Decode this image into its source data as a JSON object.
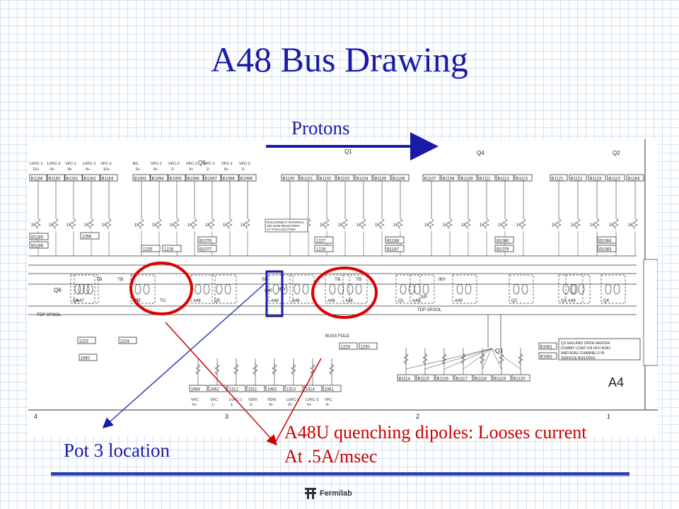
{
  "slide": {
    "title": "A48 Bus Drawing",
    "protons_label": "Protons",
    "pot_label": "Pot 3 location",
    "quench_line1": "A48U quenching dipoles: Looses current",
    "quench_line2": "At .5A/msec",
    "footer_logo_text": "Fermilab"
  },
  "drawing": {
    "section_labels": [
      "Q5",
      "Q1",
      "Q4",
      "Q2",
      "Q6",
      "Q3",
      "A4"
    ],
    "magnet_labels": [
      "A47",
      "A47",
      "A48",
      "A48",
      "A48",
      "A48",
      "A48",
      "A49",
      "A49",
      "A49",
      "Q5",
      "Q1",
      "Q2",
      "Q3",
      "Q4",
      "Q6"
    ],
    "box_labels": [
      "TB",
      "TB",
      "TB",
      "TB",
      "SP",
      "SP",
      "TC",
      "TC",
      "IBY",
      "IBY",
      "ISR"
    ],
    "top_terminals": [
      "B1159",
      "B1160",
      "B1161",
      "B1162",
      "B1163",
      "B1093",
      "B1094",
      "B1095",
      "B1096",
      "B1097",
      "B1098",
      "B1099",
      "B1100",
      "B1101",
      "B1102",
      "B1103",
      "B1104",
      "B1105",
      "B1106",
      "B1107",
      "B1108",
      "B1109",
      "B1111",
      "B1112",
      "B1113",
      "B1121",
      "B1122",
      "B1123",
      "B1110",
      "B1164"
    ],
    "mid_terminals": [
      "1225",
      "1226",
      "B1077",
      "B1078",
      "1228",
      "1227",
      "B1187",
      "B1188",
      "B1079",
      "B1080",
      "B1083",
      "B1084",
      "B1185",
      "B1186",
      "1059"
    ],
    "bottom_terminals": [
      "1064",
      "1062",
      "1312",
      "1311",
      "1063",
      "1313",
      "1314",
      "1061",
      "1223",
      "1224",
      "1060",
      "1229",
      "1230",
      "B1114",
      "B1115",
      "B1116",
      "B1117",
      "B1118",
      "B1119",
      "B1120",
      "B1081",
      "B1082"
    ],
    "resistor_label": "1K",
    "note_text": "Q3 HAS AND OPEN HEATER DUMMY LOAD ON HFU B2A1 AND B2A2 CHANNELS IN SERVICE BUILDING",
    "disconnect_note": "DISCONNECT INTERNAL 200 OHM RESISTORS AT THIS LOCATION",
    "spool_label": "TDP SPOOL",
    "bus_fold_label": "BUSS FOLD",
    "vfc_top_labels": [
      "LVFC-1 12+",
      "LVFC-2 8+",
      "VFC-1 8+",
      "LVFC-1 9+",
      "VFC-1 10+",
      "BC 5+",
      "VFC-1 8+",
      "VFC-2 2-",
      "VFC-1 3+",
      "VFC-1 2-",
      "VFC-1 5+",
      "VFC-2 2-"
    ],
    "vfc_bottom_labels": [
      "VFC 5+",
      "VFC 1-",
      "LVFC-1 1-",
      "VDIV 3-",
      "VDIV 3+",
      "LVFC-1 2+",
      "LVFC-2 5+",
      "VFC 6-"
    ],
    "axis_numbers": [
      "4",
      "3",
      "2",
      "1"
    ]
  }
}
